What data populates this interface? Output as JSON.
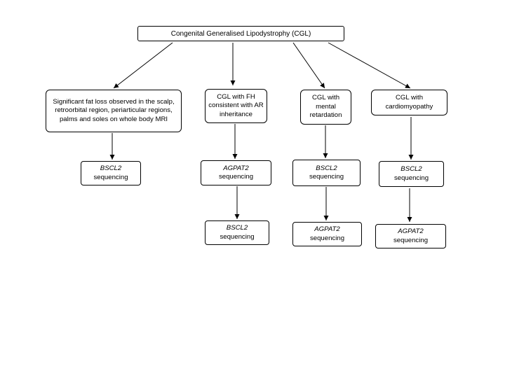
{
  "root": {
    "label": "Congenital Generalised Lipodystrophy (CGL)"
  },
  "branches": [
    {
      "condition": "Significant fat loss observed in the scalp, retroorbital region, periarticular regions, palms and soles on whole body MRI",
      "tests": [
        {
          "gene": "BSCL2",
          "method": "sequencing"
        }
      ]
    },
    {
      "condition": "CGL with FH consistent with AR inheritance",
      "tests": [
        {
          "gene": "AGPAT2",
          "method": "sequencing"
        },
        {
          "gene": "BSCL2",
          "method": "sequencing"
        }
      ]
    },
    {
      "condition": "CGL with mental retardation",
      "tests": [
        {
          "gene": "BSCL2",
          "method": "sequencing"
        },
        {
          "gene": "AGPAT2",
          "method": "sequencing"
        }
      ]
    },
    {
      "condition": "CGL with cardiomyopathy",
      "tests": [
        {
          "gene": "BSCL2",
          "method": "sequencing"
        },
        {
          "gene": "AGPAT2",
          "method": "sequencing"
        }
      ]
    }
  ]
}
